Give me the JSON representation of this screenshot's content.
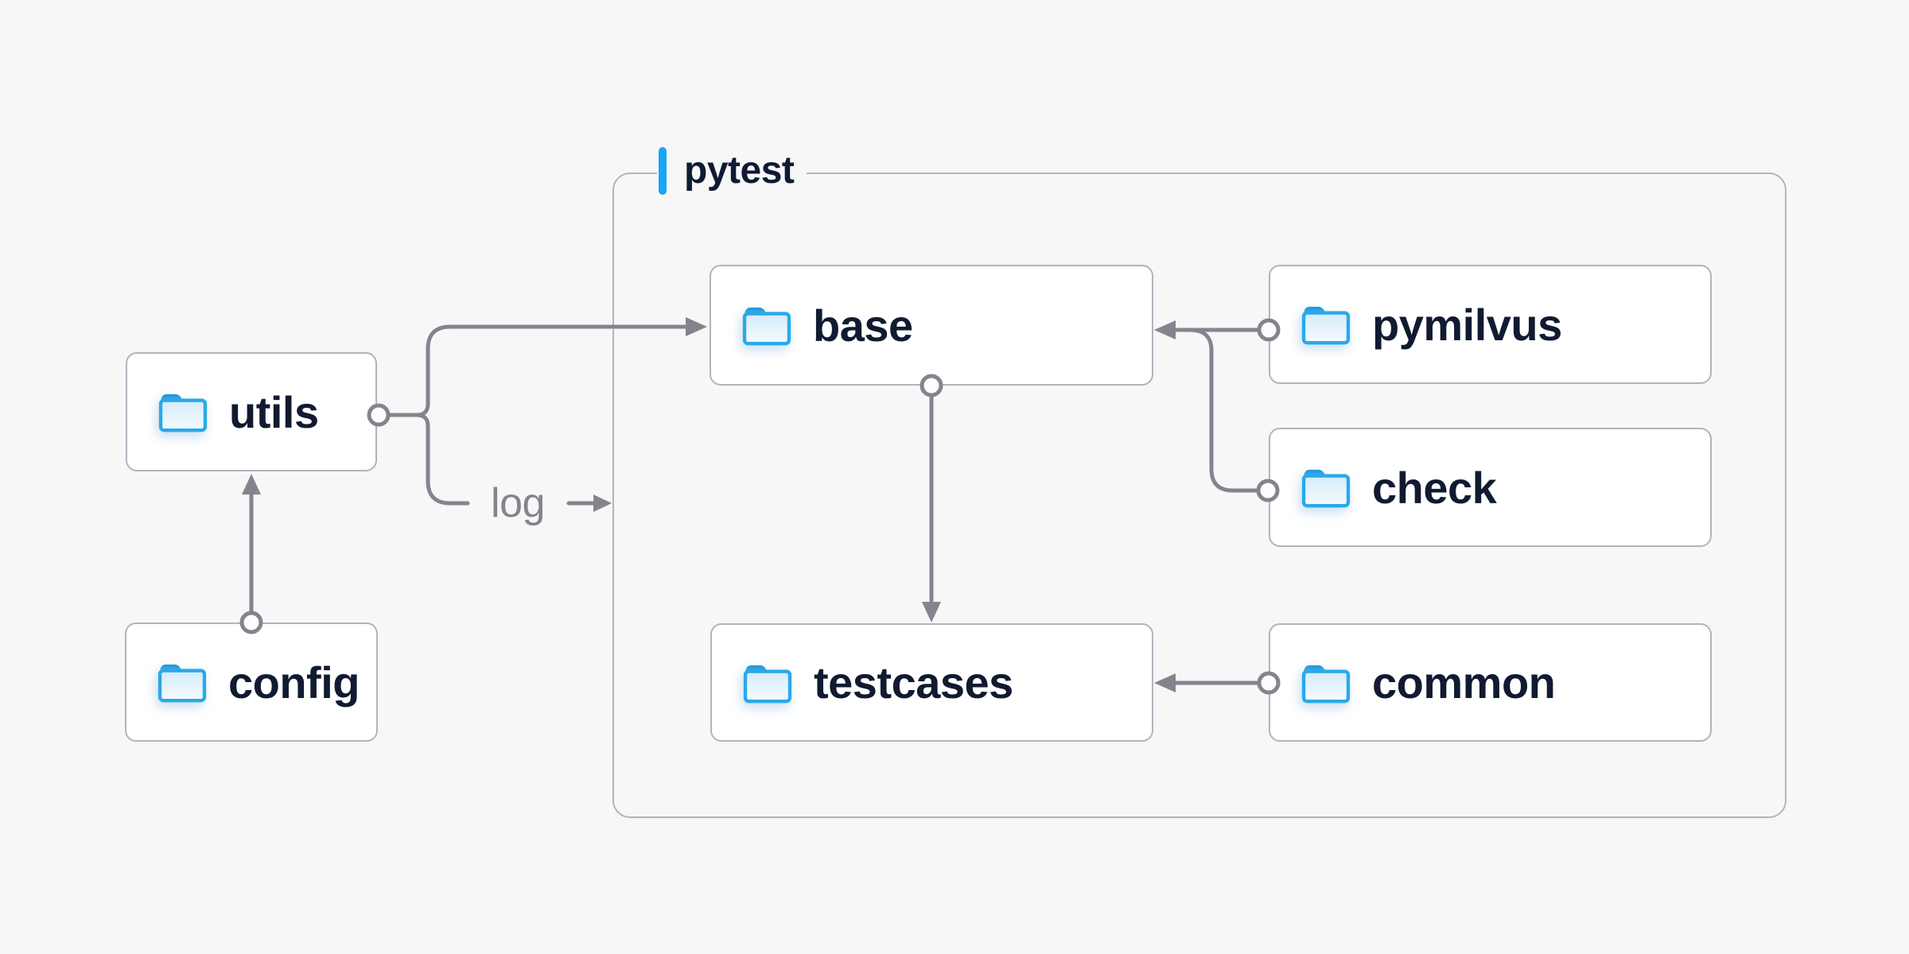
{
  "diagram": {
    "container": {
      "label": "pytest"
    },
    "nodes": {
      "utils": {
        "label": "utils",
        "icon": "folder-icon"
      },
      "config": {
        "label": "config",
        "icon": "folder-icon"
      },
      "base": {
        "label": "base",
        "icon": "folder-icon"
      },
      "testcases": {
        "label": "testcases",
        "icon": "folder-icon"
      },
      "pymilvus": {
        "label": "pymilvus",
        "icon": "folder-icon"
      },
      "check": {
        "label": "check",
        "icon": "folder-icon"
      },
      "common": {
        "label": "common",
        "icon": "folder-icon"
      }
    },
    "annotations": {
      "log": {
        "label": "log",
        "icon": "arrow-right-icon"
      }
    },
    "edges": [
      {
        "from": "config",
        "to": "utils"
      },
      {
        "from": "utils",
        "to": "base"
      },
      {
        "from": "utils",
        "to": "log"
      },
      {
        "from": "base",
        "to": "testcases"
      },
      {
        "from": "pymilvus",
        "to": "base"
      },
      {
        "from": "check",
        "to": "base"
      },
      {
        "from": "common",
        "to": "testcases"
      }
    ],
    "colors": {
      "background": "#f7f7f8",
      "node_background": "#ffffff",
      "node_border": "#b3b3bf",
      "container_border": "#b3b3bf",
      "node_text": "#101a31",
      "connector_gray": "#84848e",
      "log_text": "#84848e",
      "accent_blue": "#18a6f2",
      "folder_blue": "#29a9ea"
    }
  }
}
